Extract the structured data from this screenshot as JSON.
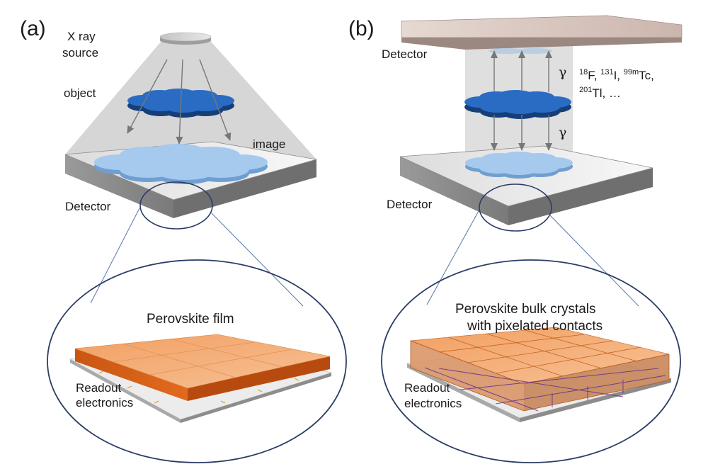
{
  "panel_a": {
    "tag": "(a)",
    "source_line1": "X ray",
    "source_line2": "source",
    "object": "object",
    "image": "image",
    "detector": "Detector",
    "film": "Perovskite film",
    "readout_line1": "Readout",
    "readout_line2": "electronics"
  },
  "panel_b": {
    "tag": "(b)",
    "detector_top": "Detector",
    "detector_bottom": "Detector",
    "gamma": "γ",
    "iso_line1": {
      "sup1": "18",
      "el1": "F, ",
      "sup2": "131",
      "el2": "I, ",
      "sup3": "99m",
      "el3": "Tc,"
    },
    "iso_line2": {
      "sup4": "201",
      "el4": "Tl, …"
    },
    "crystals_line1": "Perovskite bulk crystals",
    "crystals_line2": "with pixelated contacts",
    "readout_line1": "Readout",
    "readout_line2": "electronics"
  },
  "colors": {
    "cloud_dark": "#1f5fb4",
    "cloud_light": "#9dc3ea",
    "perovskite": "#e8782e",
    "detector_gray": "#8a8a8a",
    "beam": "#d2d2d2",
    "zoom_line": "#5577aa"
  }
}
